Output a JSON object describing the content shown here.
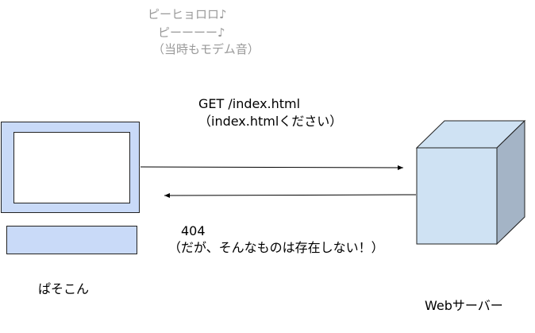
{
  "sound_note": {
    "line1": "ピーヒョロロ♪",
    "line2": "ピーーーー♪",
    "line3": "（当時もモデム音）"
  },
  "request": {
    "line1": "GET /index.html",
    "line2": "（index.htmlください）"
  },
  "response": {
    "line1": "404",
    "line2": "（だが、そんなものは存在しない！）"
  },
  "client": {
    "label": "ぱそこん",
    "fill": "#c9daf8"
  },
  "server": {
    "label": "Webサーバー",
    "front_fill": "#cfe2f3",
    "side_fill": "#a4b4c6"
  }
}
